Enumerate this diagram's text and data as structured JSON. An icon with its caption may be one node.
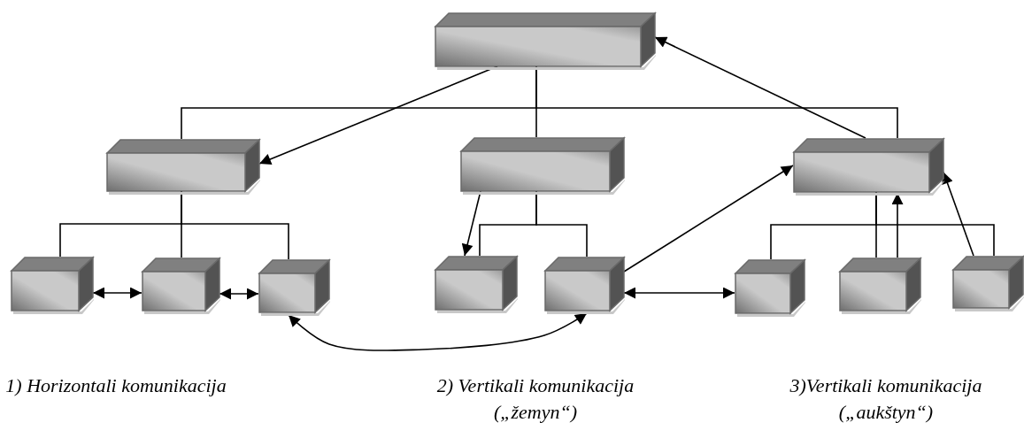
{
  "diagram": {
    "nodes": [
      {
        "text": [],
        "shape": "box"
      },
      {
        "text": [],
        "shape": "box"
      },
      {
        "text": [],
        "shape": "box"
      },
      {
        "text": [],
        "shape": "box"
      },
      {
        "text": [],
        "shape": "box"
      },
      {
        "text": [],
        "shape": "box"
      },
      {
        "text": [],
        "shape": "box"
      },
      {
        "text": [],
        "shape": "box"
      },
      {
        "text": [],
        "shape": "box"
      },
      {
        "text": [],
        "shape": "box"
      },
      {
        "text": [],
        "shape": "box"
      },
      {
        "text": [],
        "shape": "box"
      }
    ],
    "edges": [
      {
        "from": 0,
        "to": 1,
        "arrow": "none"
      },
      {
        "from": 0,
        "to": 2,
        "arrow": "none"
      },
      {
        "from": 0,
        "to": 3,
        "arrow": "none"
      },
      {
        "from": 1,
        "to": 4,
        "arrow": "none"
      },
      {
        "from": 1,
        "to": 5,
        "arrow": "none"
      },
      {
        "from": 1,
        "to": 6,
        "arrow": "none"
      },
      {
        "from": 2,
        "to": 7,
        "arrow": "none"
      },
      {
        "from": 2,
        "to": 8,
        "arrow": "none"
      },
      {
        "from": 3,
        "to": 9,
        "arrow": "none"
      },
      {
        "from": 3,
        "to": 10,
        "arrow": "none"
      },
      {
        "from": 3,
        "to": 11,
        "arrow": "none"
      },
      {
        "from": 0,
        "to": 1,
        "arrow": "to"
      },
      {
        "from": 3,
        "to": 0,
        "arrow": "to"
      },
      {
        "from": 2,
        "to": 7,
        "arrow": "to"
      },
      {
        "from": 8,
        "to": 3,
        "arrow": "to"
      },
      {
        "from": 10,
        "to": 3,
        "arrow": "to"
      },
      {
        "from": 11,
        "to": 3,
        "arrow": "to"
      },
      {
        "from": 4,
        "to": 5,
        "arrow": "both"
      },
      {
        "from": 5,
        "to": 6,
        "arrow": "both"
      },
      {
        "from": 8,
        "to": 9,
        "arrow": "both"
      },
      {
        "from": 6,
        "to": 8,
        "arrow": "both"
      }
    ],
    "labels": [
      "1) Horizontali komunikacija",
      "2) Vertikali komunikacija („žemyn“)",
      "3)Vertikali komunikacija („aukštyn“)"
    ]
  }
}
